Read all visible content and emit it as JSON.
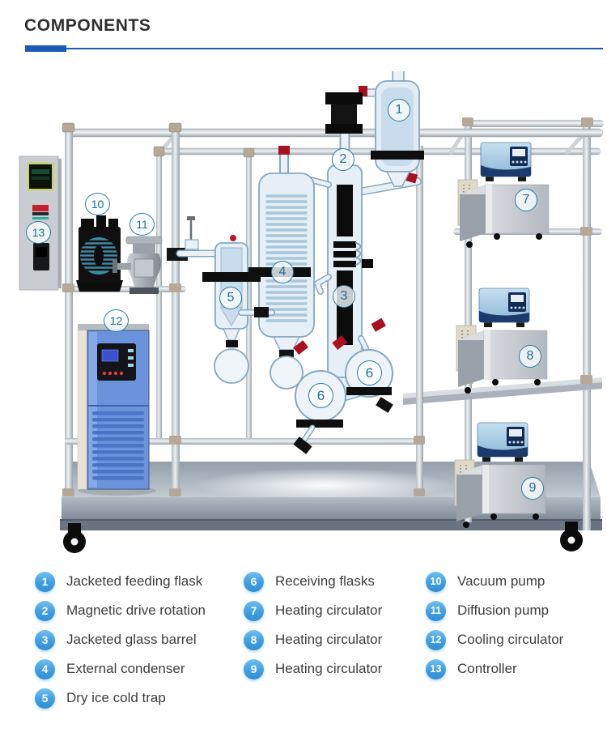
{
  "header": {
    "title": "COMPONENTS"
  },
  "colors": {
    "accent_blue": "#1a5cb5",
    "badge_ring": "#2e7b9e",
    "legend_badge_blue": "#3b9ade",
    "text": "#3d3d3d"
  },
  "legend": {
    "items": [
      {
        "num": "1",
        "label": "Jacketed feeding flask"
      },
      {
        "num": "2",
        "label": "Magnetic drive rotation"
      },
      {
        "num": "3",
        "label": "Jacketed glass barrel"
      },
      {
        "num": "4",
        "label": "External condenser"
      },
      {
        "num": "5",
        "label": "Dry ice cold trap"
      },
      {
        "num": "6",
        "label": "Receiving flasks"
      },
      {
        "num": "7",
        "label": "Heating circulator"
      },
      {
        "num": "8",
        "label": "Heating circulator"
      },
      {
        "num": "9",
        "label": "Heating circulator"
      },
      {
        "num": "10",
        "label": "Vacuum pump"
      },
      {
        "num": "11",
        "label": "Diffusion pump"
      },
      {
        "num": "12",
        "label": "Cooling circulator"
      },
      {
        "num": "13",
        "label": "Controller"
      }
    ]
  }
}
